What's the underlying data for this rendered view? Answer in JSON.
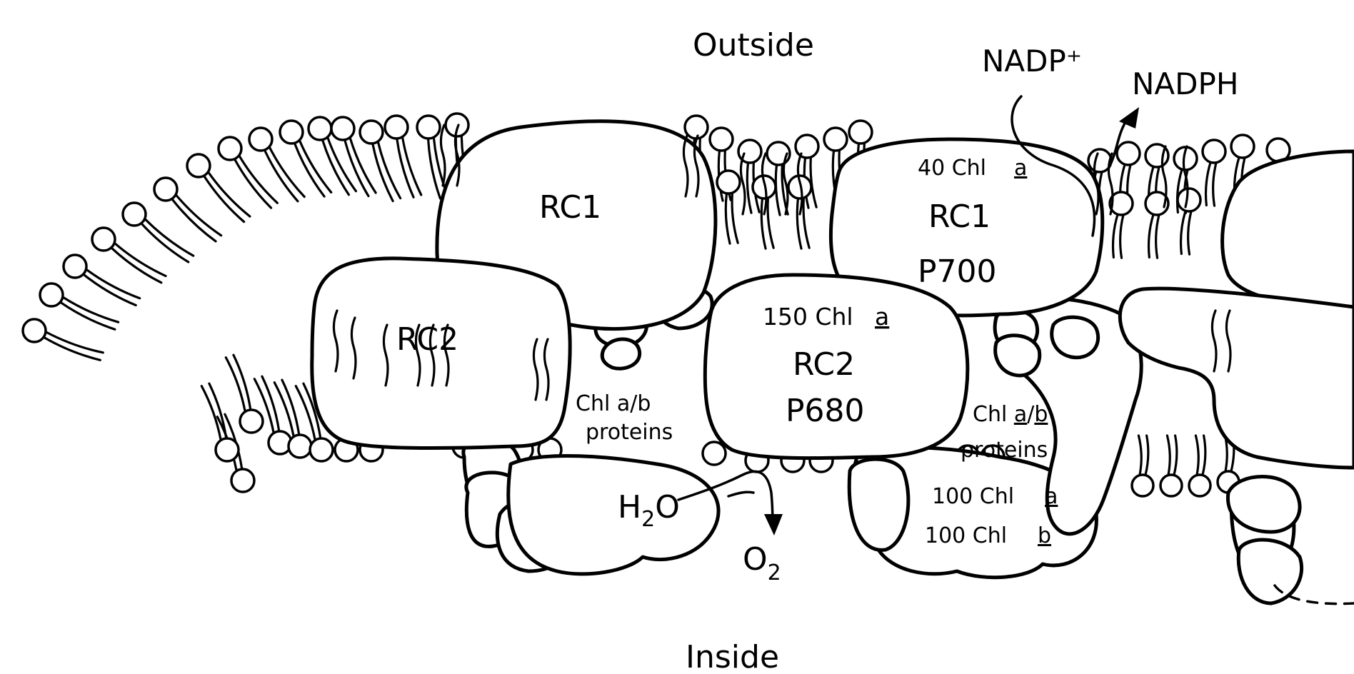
{
  "labels": {
    "outside": "Outside",
    "inside": "Inside",
    "nadp_plus": "NADP⁺",
    "nadph": "NADPH",
    "rc1_left": "RC1",
    "rc2_left": "RC2",
    "rc1_right_chl_count": "40 Chl",
    "rc1_right_chl_type": "a",
    "rc1_right_name": "RC1",
    "rc1_right_pigment": "P700",
    "rc2_right_chl_count": "150 Chl",
    "rc2_right_chl_type": "a",
    "rc2_right_name": "RC2",
    "rc2_right_pigment": "P680",
    "chl_ab_left_line1": "Chl a/b",
    "chl_ab_left_line2": "proteins",
    "chl_ab_right_prefix": "Chl ",
    "chl_ab_right_a": "a",
    "chl_ab_right_slash": "/",
    "chl_ab_right_b": "b",
    "chl_ab_right_line2": "proteins",
    "lhc_a_count": "100 Chl",
    "lhc_a_type": "a",
    "lhc_b_count": "100 Chl",
    "lhc_b_type": "b",
    "h2o_main": "H",
    "h2o_sub": "2",
    "h2o_tail": "O",
    "o2_main": "O",
    "o2_sub": "2"
  },
  "colors": {
    "line": "#000000",
    "background": "#ffffff"
  }
}
